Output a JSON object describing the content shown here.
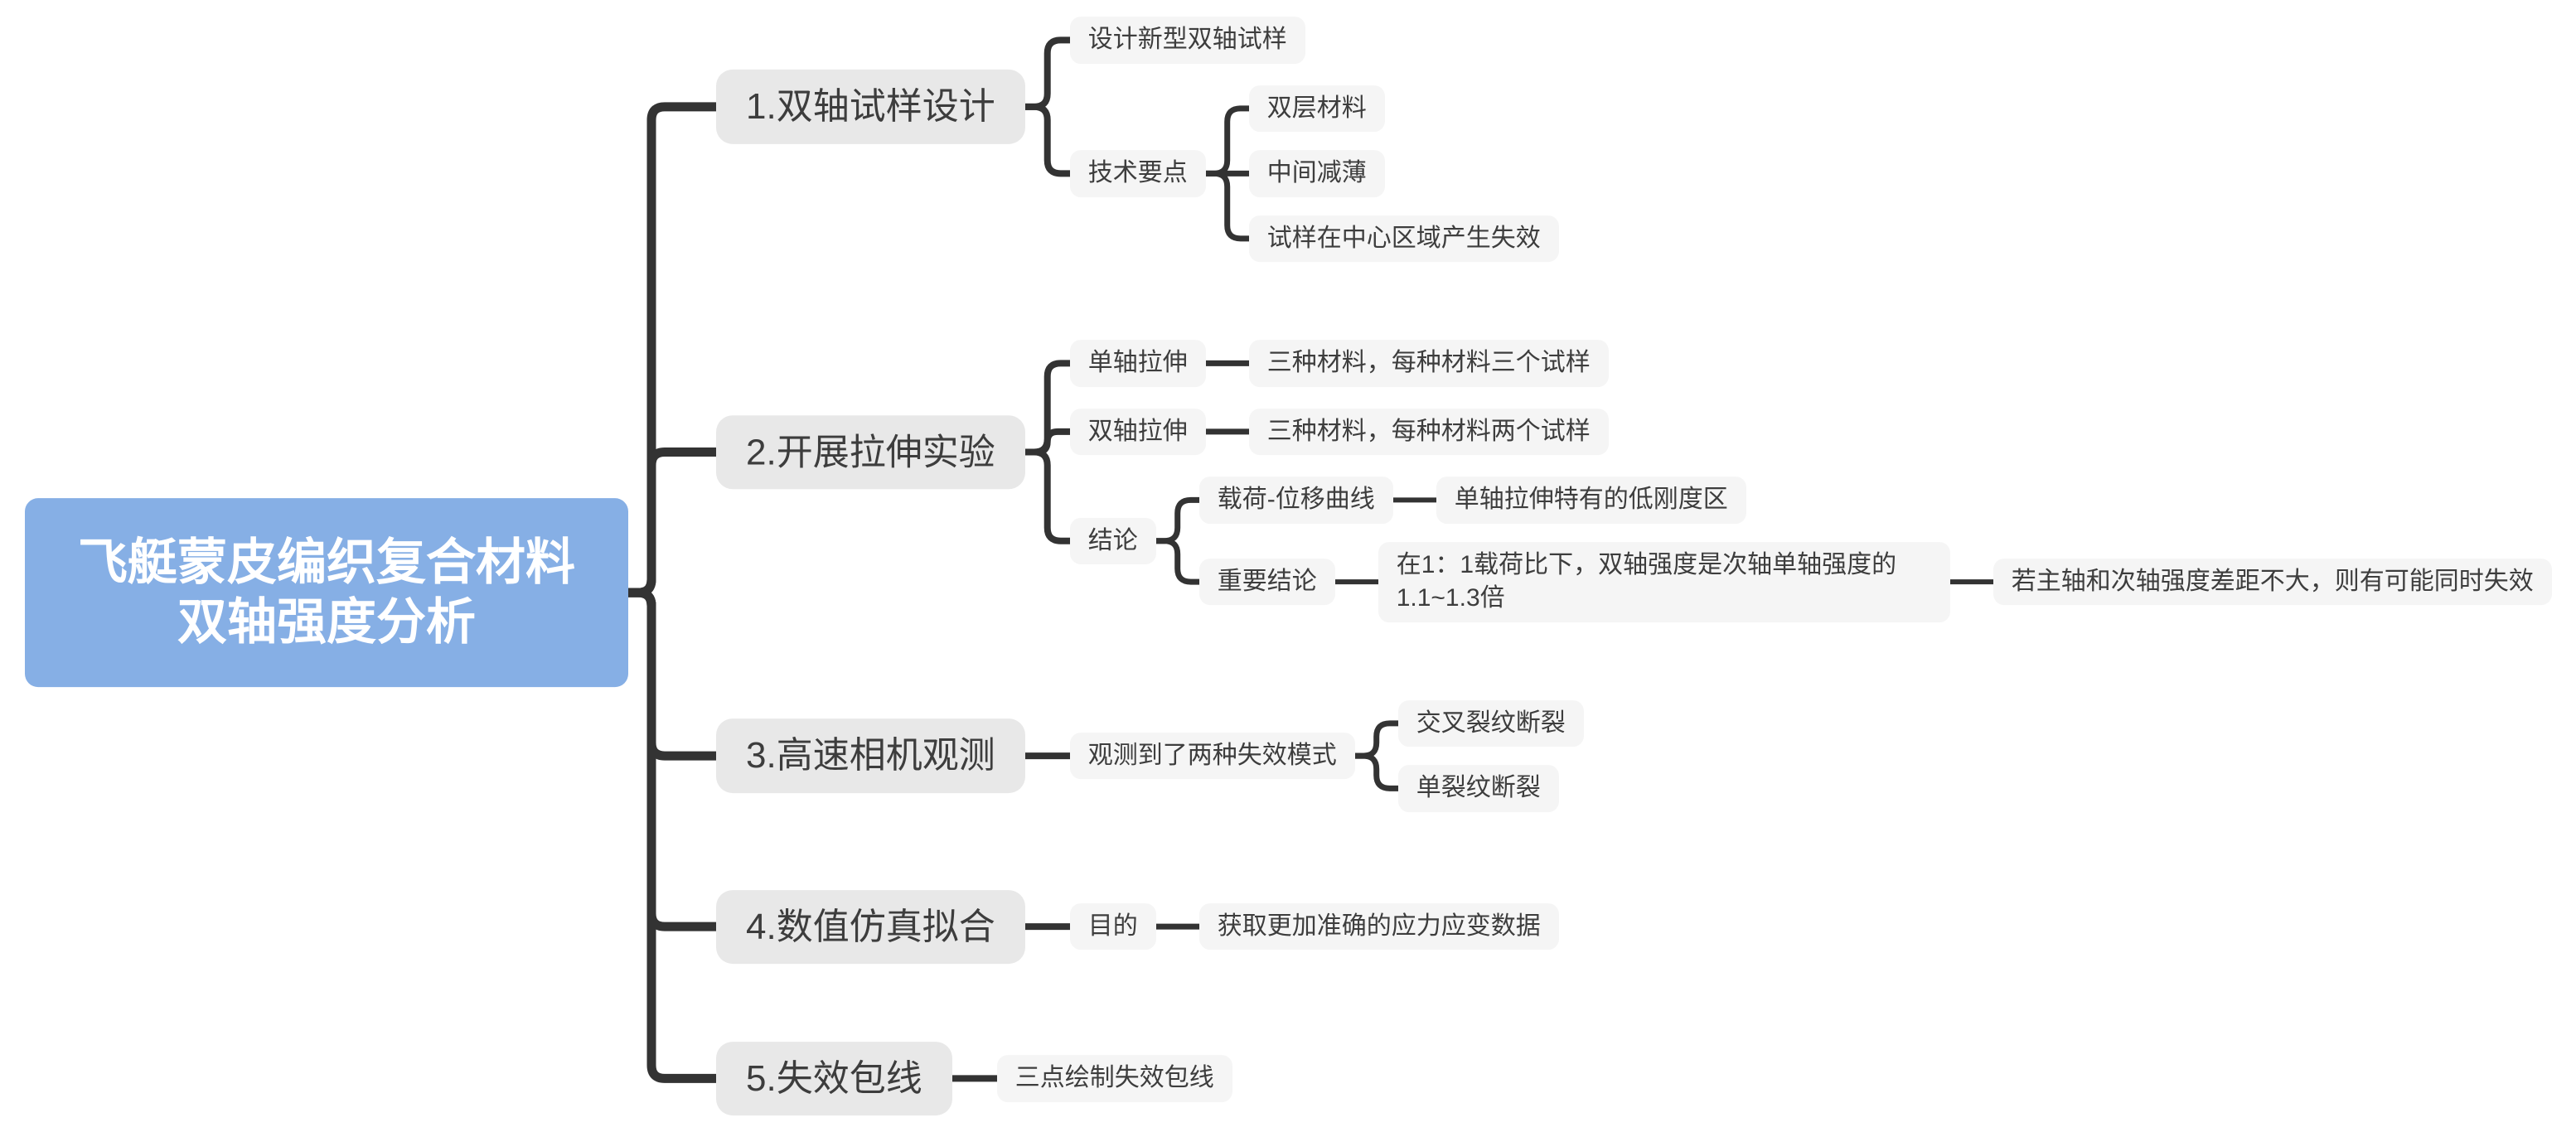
{
  "colors": {
    "canvas_bg": "#ffffff",
    "root_bg": "#86afe5",
    "root_text": "#ffffff",
    "branch_bg": "#e8e8e8",
    "leaf_bg": "#f5f5f5",
    "line": "#333333",
    "text": "#3d3d3d"
  },
  "tree": {
    "label": "飞艇蒙皮编织复合材料\n双轴强度分析",
    "children": [
      {
        "label": "1.双轴试样设计",
        "children": [
          {
            "label": "设计新型双轴试样"
          },
          {
            "label": "技术要点",
            "children": [
              {
                "label": "双层材料"
              },
              {
                "label": "中间减薄"
              },
              {
                "label": "试样在中心区域产生失效"
              }
            ]
          }
        ]
      },
      {
        "label": "2.开展拉伸实验",
        "children": [
          {
            "label": "单轴拉伸",
            "children": [
              {
                "label": "三种材料，每种材料三个试样"
              }
            ]
          },
          {
            "label": "双轴拉伸",
            "children": [
              {
                "label": "三种材料，每种材料两个试样"
              }
            ]
          },
          {
            "label": "结论",
            "children": [
              {
                "label": "载荷-位移曲线",
                "children": [
                  {
                    "label": "单轴拉伸特有的低刚度区"
                  }
                ]
              },
              {
                "label": "重要结论",
                "children": [
                  {
                    "label": "在1：1载荷比下，双轴强度是次轴单轴强度的1.1~1.3倍",
                    "children": [
                      {
                        "label": "若主轴和次轴强度差距不大，则有可能同时失效"
                      }
                    ]
                  }
                ]
              }
            ]
          }
        ]
      },
      {
        "label": "3.高速相机观测",
        "children": [
          {
            "label": "观测到了两种失效模式",
            "children": [
              {
                "label": "交叉裂纹断裂"
              },
              {
                "label": "单裂纹断裂"
              }
            ]
          }
        ]
      },
      {
        "label": "4.数值仿真拟合",
        "children": [
          {
            "label": "目的",
            "children": [
              {
                "label": "获取更加准确的应力应变数据"
              }
            ]
          }
        ]
      },
      {
        "label": "5.失效包线",
        "children": [
          {
            "label": "三点绘制失效包线"
          }
        ]
      }
    ]
  }
}
